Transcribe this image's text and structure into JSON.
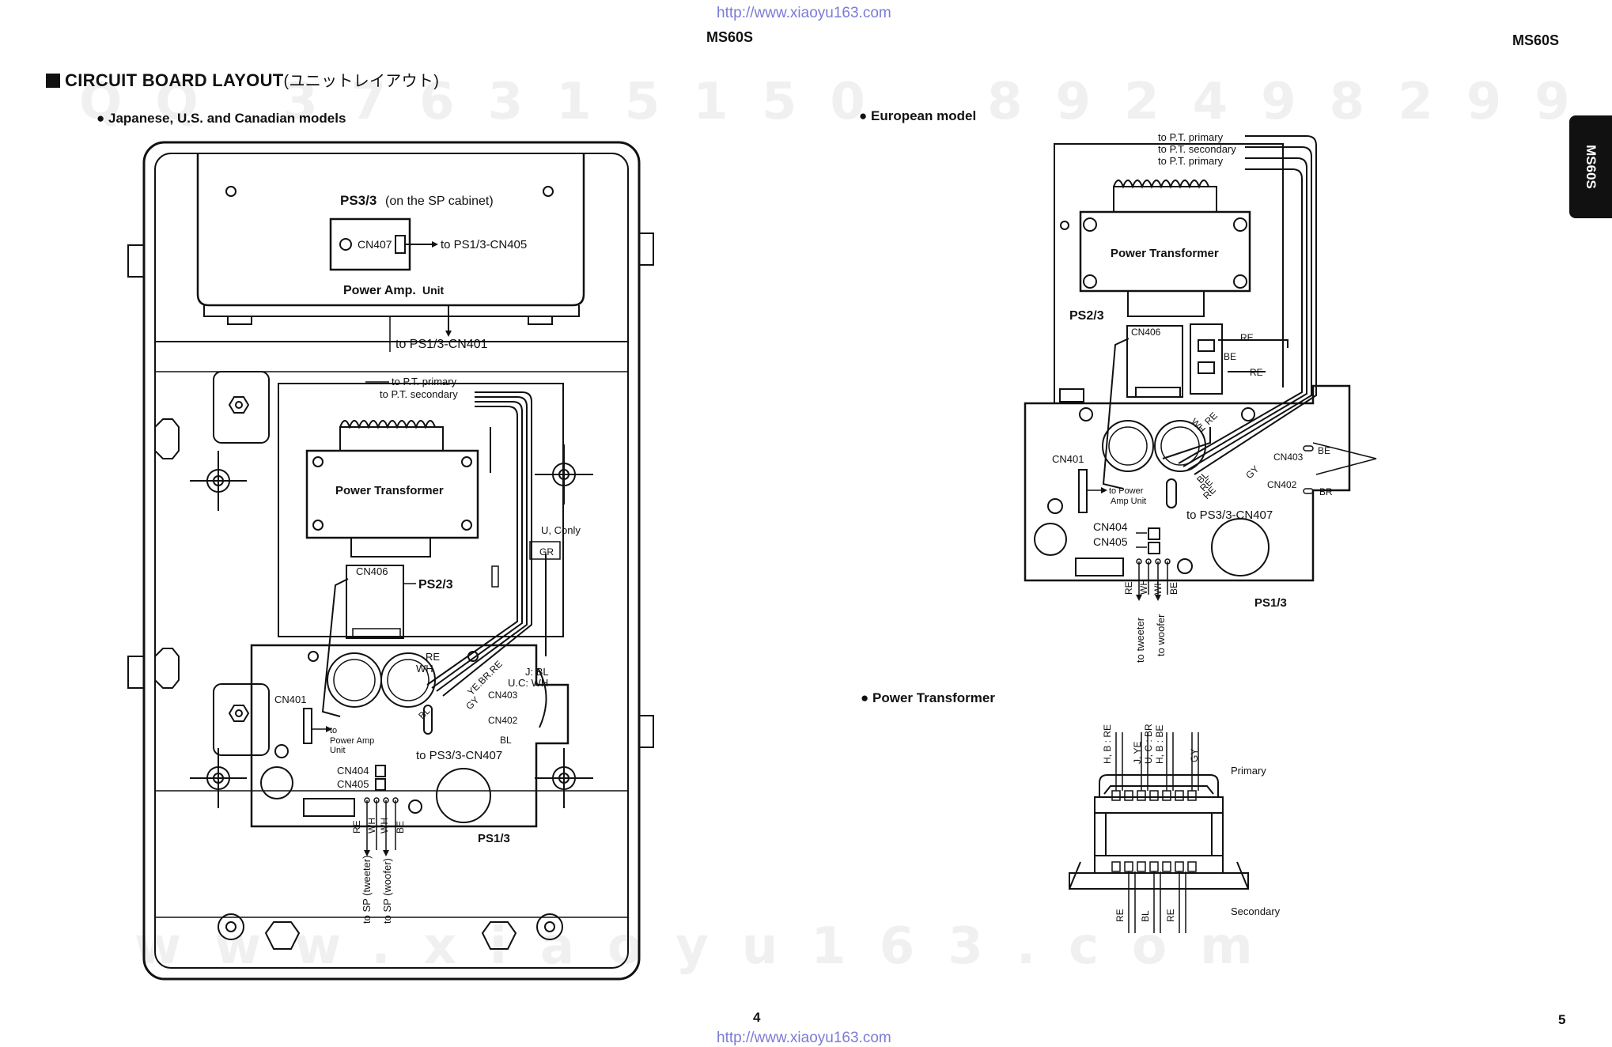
{
  "header": {
    "url_top": "http://www.xiaoyu163.com",
    "url_bottom": "http://www.xiaoyu163.com",
    "model_left": "MS60S",
    "model_right": "MS60S",
    "side_tab": "MS60S",
    "page_left": "4",
    "page_right": "5"
  },
  "watermarks": {
    "qq_left": "QQ 376315150",
    "qq_right": "892498299",
    "site_bottom": "www.xiaoyu163.com"
  },
  "section": {
    "title": "CIRCUIT BOARD LAYOUT",
    "title_jp": "(ユニットレイアウト)",
    "japanese_models": "Japanese, U.S. and Canadian models",
    "european_model": "European model",
    "power_transformer": "Power Transformer"
  },
  "left_diagram": {
    "ps33_title": "PS3/3",
    "ps33_note": "(on the SP cabinet)",
    "cn407": "CN407",
    "to_ps13_cn405": "to PS1/3-CN405",
    "power_amp": "Power Amp.",
    "unit": "Unit",
    "to_ps13_cn401": "to PS1/3-CN401",
    "to_pt_primary": "to P.T. primary",
    "to_pt_secondary": "to P.T. secondary",
    "power_transformer": "Power Transformer",
    "u_c_only": "U, Conly",
    "gr": "GR",
    "cn406": "CN406",
    "ps23": "PS2/3",
    "re": "RE",
    "wh": "WH",
    "j_bl": "J: BL",
    "uc_wh": "U.C: WH",
    "ye_br_re": "YE.BR.RE",
    "gy": "GY",
    "cn403": "CN403",
    "cn401": "CN401",
    "bl": "BL",
    "cn402": "CN402",
    "bl2": "BL",
    "to_power_amp_1": "to",
    "to_power_amp_2": "Power Amp",
    "to_power_amp_3": "Unit",
    "to_ps33_cn407": "to PS3/3-CN407",
    "cn404": "CN404",
    "cn405": "CN405",
    "wire_re": "RE",
    "wire_wh1": "WH",
    "wire_wh2": "WH",
    "wire_be": "BE",
    "ps13": "PS1/3",
    "to_sp_tweeter": "to SP (tweeter)",
    "to_sp_woofer": "to SP (woofer)"
  },
  "right_diagram": {
    "to_pt_primary_1": "to P.T. primary",
    "to_pt_secondary": "to P.T. secondary",
    "to_pt_primary_2": "to P.T. primary",
    "power_transformer": "Power Transformer",
    "ps23": "PS2/3",
    "cn406": "CN406",
    "re1": "RE",
    "be1": "BE",
    "re2": "RE",
    "wh": "WH",
    "re3": "RE",
    "cn401": "CN401",
    "bl": "BL",
    "re4": "RE",
    "re5": "RE",
    "gy": "GY",
    "cn403": "CN403",
    "be2": "BE",
    "cn402": "CN402",
    "br": "BR",
    "to_power": "to Power",
    "amp_unit": "Amp Unit",
    "to_ps33_cn407": "to PS3/3-CN407",
    "cn404": "CN404",
    "cn405": "CN405",
    "wire_re": "RE",
    "wire_wh1": "WH",
    "wire_wh2": "WH",
    "wire_be": "BE",
    "ps13": "PS1/3",
    "to_tweeter": "to tweeter",
    "to_woofer": "to woofer"
  },
  "transformer_detail": {
    "hb_re": "H, B : RE",
    "j_ye": "J, YE",
    "uc_br": "U, C : BR",
    "hb_be": "H, B : BE",
    "gy": "GY",
    "primary": "Primary",
    "secondary": "Secondary",
    "re1": "RE",
    "bl": "BL",
    "re2": "RE"
  }
}
